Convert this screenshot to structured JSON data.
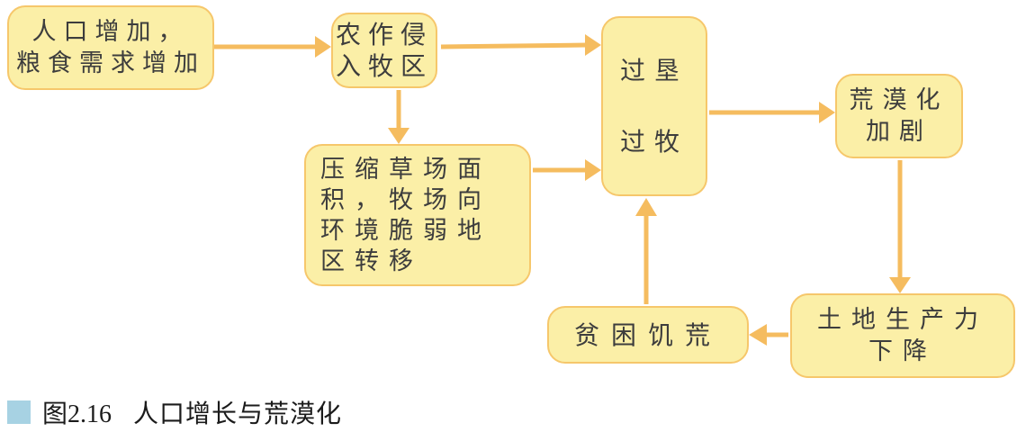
{
  "flowchart": {
    "colors": {
      "node_fill": "#FBEFA7",
      "node_border": "#F6C76B",
      "arrow": "#F5BC5F",
      "text": "#3D3D3D"
    },
    "nodes": [
      {
        "id": "population-growth",
        "lines": [
          "人口增加，",
          "粮食需求增加"
        ]
      },
      {
        "id": "farming-invades-pasture",
        "lines": [
          "农作侵",
          "入牧区"
        ]
      },
      {
        "id": "grassland-compressed",
        "lines": [
          "压缩草场面",
          "积，牧场向",
          "环境脆弱地",
          "区转移"
        ]
      },
      {
        "id": "overcultivation-overgrazing",
        "lines": [
          "过垦",
          "过牧"
        ]
      },
      {
        "id": "desertification-intensifies",
        "lines": [
          "荒漠化",
          "加剧"
        ]
      },
      {
        "id": "land-productivity-declines",
        "lines": [
          "土地生产力",
          "下降"
        ]
      },
      {
        "id": "poverty-famine",
        "lines": [
          "贫困饥荒"
        ]
      }
    ],
    "edges": [
      {
        "from": "population-growth",
        "to": "farming-invades-pasture"
      },
      {
        "from": "farming-invades-pasture",
        "to": "grassland-compressed"
      },
      {
        "from": "farming-invades-pasture",
        "to": "overcultivation-overgrazing"
      },
      {
        "from": "grassland-compressed",
        "to": "overcultivation-overgrazing"
      },
      {
        "from": "overcultivation-overgrazing",
        "to": "desertification-intensifies"
      },
      {
        "from": "desertification-intensifies",
        "to": "land-productivity-declines"
      },
      {
        "from": "land-productivity-declines",
        "to": "poverty-famine"
      },
      {
        "from": "poverty-famine",
        "to": "overcultivation-overgrazing"
      }
    ]
  },
  "caption": {
    "figure_label": "图2.16",
    "title": "人口增长与荒漠化",
    "marker_color": "#A7D2E3"
  }
}
